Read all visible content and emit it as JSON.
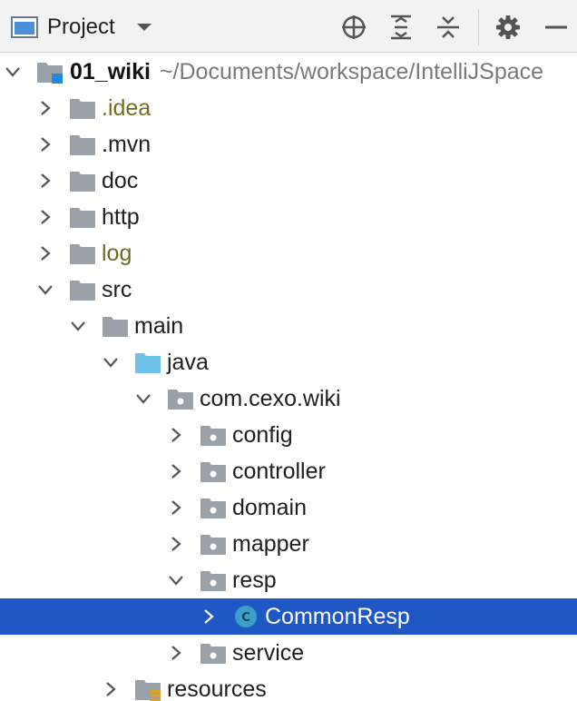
{
  "header": {
    "pane_label": "Project",
    "icons": [
      "window-icon",
      "chevron-down-icon",
      "locate-icon",
      "expand-all-icon",
      "collapse-all-icon",
      "gear-icon",
      "minimize-icon"
    ]
  },
  "tree": {
    "root": {
      "name": "01_wiki",
      "path": "~/Documents/workspace/IntelliJSpace"
    },
    "items": [
      {
        "label": ".idea"
      },
      {
        "label": ".mvn"
      },
      {
        "label": "doc"
      },
      {
        "label": "http"
      },
      {
        "label": "log"
      },
      {
        "label": "src"
      },
      {
        "label": "main"
      },
      {
        "label": "java"
      },
      {
        "label": "com.cexo.wiki"
      },
      {
        "label": "config"
      },
      {
        "label": "controller"
      },
      {
        "label": "domain"
      },
      {
        "label": "mapper"
      },
      {
        "label": "resp"
      },
      {
        "label": "CommonResp",
        "icon_letter": "C"
      },
      {
        "label": "service"
      },
      {
        "label": "resources"
      }
    ]
  },
  "colors": {
    "selection": "#1f57c4",
    "folder": "#9aa1a8",
    "source_folder": "#6ec1e8",
    "excluded_text": "#6e6e22",
    "class_icon": "#3aa0c8"
  }
}
